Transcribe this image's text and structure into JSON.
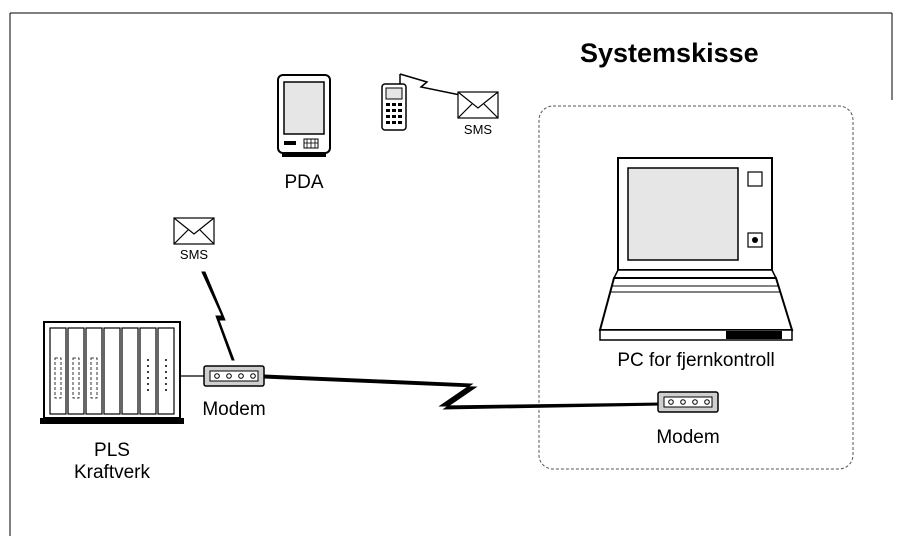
{
  "title": "Systemskisse",
  "labels": {
    "pda": "PDA",
    "sms_phone": "SMS",
    "sms_left": "SMS",
    "modem_left": "Modem",
    "plc_line1": "PLS",
    "plc_line2": "Kraftverk",
    "pc": "PC for fjernkontroll",
    "modem_right": "Modem"
  },
  "colors": {
    "stroke": "#000000",
    "fill_light": "#e6e6e6",
    "fill_mid": "#cfcfcf",
    "background": "#ffffff"
  }
}
